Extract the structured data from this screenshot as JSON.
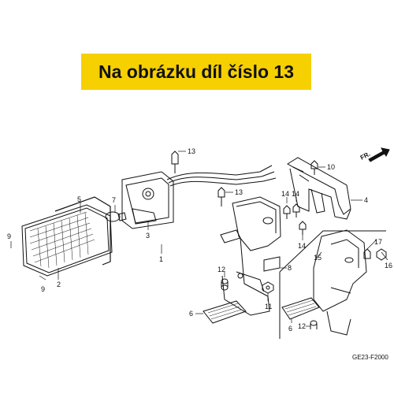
{
  "banner": {
    "text": "Na obrázku díl číslo 13",
    "background": "#f6d000"
  },
  "direction_label": "FR.",
  "reference_code": "GE23-F2000",
  "callouts": [
    "1",
    "2",
    "3",
    "4",
    "5",
    "6",
    "7",
    "8",
    "9",
    "10",
    "11",
    "12",
    "13",
    "14",
    "15",
    "16",
    "17"
  ],
  "parts": {
    "tail_lens": "tail-lens",
    "bulb": "bulb",
    "lamp_base": "lamp-base",
    "rear_fender_cover": "rear-fender-cover",
    "license_bracket": "license-plate-bracket",
    "reflector": "reflector",
    "alt_bracket_inset": "alternate-bracket-inset"
  }
}
